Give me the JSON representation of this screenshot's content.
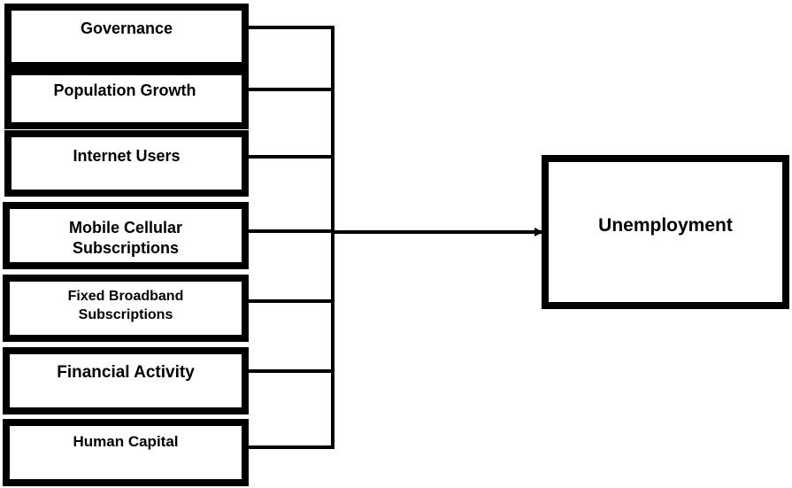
{
  "inputs": [
    {
      "label": "Governance"
    },
    {
      "label": "Population Growth"
    },
    {
      "label": "Internet Users"
    },
    {
      "label": "Mobile Cellular Subscriptions"
    },
    {
      "label": "Fixed Broadband Subscriptions"
    },
    {
      "label": "Financial Activity"
    },
    {
      "label": "Human Capital"
    }
  ],
  "output": {
    "label": "Unemployment"
  },
  "colors": {
    "line": "#000000",
    "fill": "#ffffff"
  }
}
